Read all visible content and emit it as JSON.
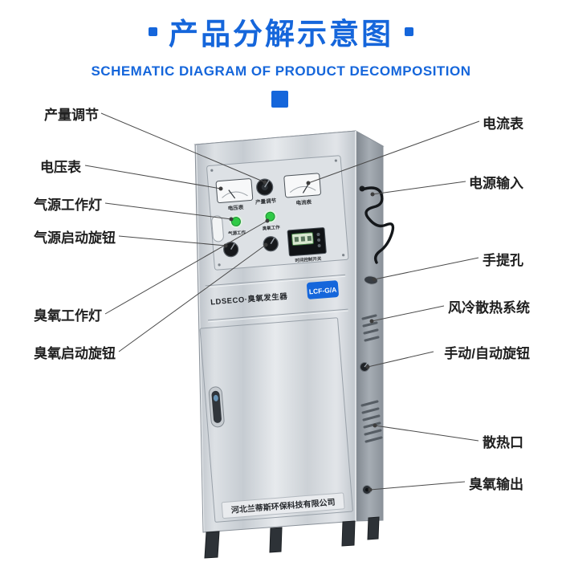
{
  "header": {
    "title": "产品分解示意图",
    "subtitle": "SCHEMATIC DIAGRAM OF PRODUCT DECOMPOSITION",
    "accent_color": "#1566db"
  },
  "callouts": {
    "left": [
      {
        "label": "产量调节"
      },
      {
        "label": "电压表"
      },
      {
        "label": "气源工作灯"
      },
      {
        "label": "气源启动旋钮"
      },
      {
        "label": "臭氧工作灯"
      },
      {
        "label": "臭氧启动旋钮"
      }
    ],
    "right": [
      {
        "label": "电流表"
      },
      {
        "label": "电源输入"
      },
      {
        "label": "手提孔"
      },
      {
        "label": "风冷散热系统"
      },
      {
        "label": "手动/自动旋钮"
      },
      {
        "label": "散热口"
      },
      {
        "label": "臭氧输出"
      }
    ]
  },
  "machine": {
    "panel": {
      "voltmeter_caption": "电压表",
      "adjust_caption": "产量调节",
      "ammeter_caption": "电流表",
      "air_light_caption": "气源工作",
      "ozone_light_caption": "臭氧工作",
      "timer_caption": "时间控制开关"
    },
    "brand_text": "LDSECO·臭氧发生器",
    "model_badge": "LCF-G/A",
    "company_plate": "河北兰蒂斯环保科技有限公司"
  }
}
